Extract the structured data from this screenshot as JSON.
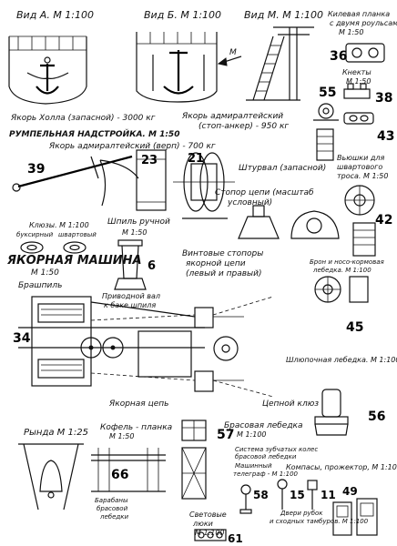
{
  "views": {
    "view_a": "Вид А. М 1:100",
    "view_b": "Вид Б. М 1:100",
    "view_m": "Вид М. М 1:100",
    "arrow_m": "М"
  },
  "labels": {
    "kilevaya_planka": [
      "Килевая планка",
      "с двумя роульсами",
      "М 1:50"
    ],
    "knekty": [
      "Кнекты",
      "М 1:50"
    ],
    "anchor_hall": "Якорь Холла (запасной) - 3000 кг",
    "anchor_admiralty_stock": [
      "Якорь адмиралтейский",
      "(стоп-анкер) - 950 кг"
    ],
    "rumpel": "РУМПЕЛЬНАЯ НАДСТРОЙКА. М 1:50",
    "anchor_admiralty_verp": "Якорь адмиралтейский (верп) - 700 кг",
    "vyushki": [
      "Вьюшки для",
      "швартового",
      "троса. М 1:50"
    ],
    "shturval": "Штурвал (запасной)",
    "stopor": [
      "Стопор цепи (масштаб",
      "условный)"
    ],
    "kluzy": [
      "Клюзы. М 1:100",
      "буксирный",
      "швартовый"
    ],
    "shpil": [
      "Шпиль ручной",
      "М 1:50"
    ],
    "yakornaya_mashina": [
      "ЯКОРНАЯ МАШИНА",
      "М 1:50"
    ],
    "brashpil": "Брашпиль",
    "vintovye_stopory": [
      "Винтовые стопоры",
      "якорной цепи",
      "(левый и правый)"
    ],
    "privodnoy_val": [
      "Приводной вал",
      "к баке шпиля"
    ],
    "bron": [
      "Брон и носо-кормовая",
      "лебедка. М 1:100"
    ],
    "shlyupochnaya": "Шлюпочная лебедка. М 1:100",
    "yakornaya_tsep": "Якорная цепь",
    "tsepnoy_klyuz": "Цепной клюз",
    "rynda": "Рында М 1:25",
    "kofel_planka": [
      "Кофель - планка",
      "М 1:50"
    ],
    "brasovaya": [
      "Брасовая лебедка",
      "М 1:100"
    ],
    "sistema": [
      "Система зубчатых колес",
      "брасовой лебедки"
    ],
    "telegraf": [
      "Машинный",
      "телеграф - М 1:100"
    ],
    "kompasy": "Компасы, прожектор, М 1:100",
    "barabany": [
      "Барабаны",
      "брасовой",
      "лебедки"
    ],
    "lyuki": [
      "Световые",
      "люки",
      "М 1:100"
    ],
    "dveri": [
      "Двери рубок",
      "и сходных тамбуров. М 1:100"
    ]
  },
  "numbers": {
    "n36": "36",
    "n38": "38",
    "n55": "55",
    "n43": "43",
    "n39": "39",
    "n23": "23",
    "n21": "21",
    "n42": "42",
    "n6": "6",
    "n34": "34",
    "n45": "45",
    "n56": "56",
    "n57": "57",
    "n66": "66",
    "n58": "58",
    "n15": "15",
    "n11": "11",
    "n49": "49",
    "n61": "61"
  }
}
